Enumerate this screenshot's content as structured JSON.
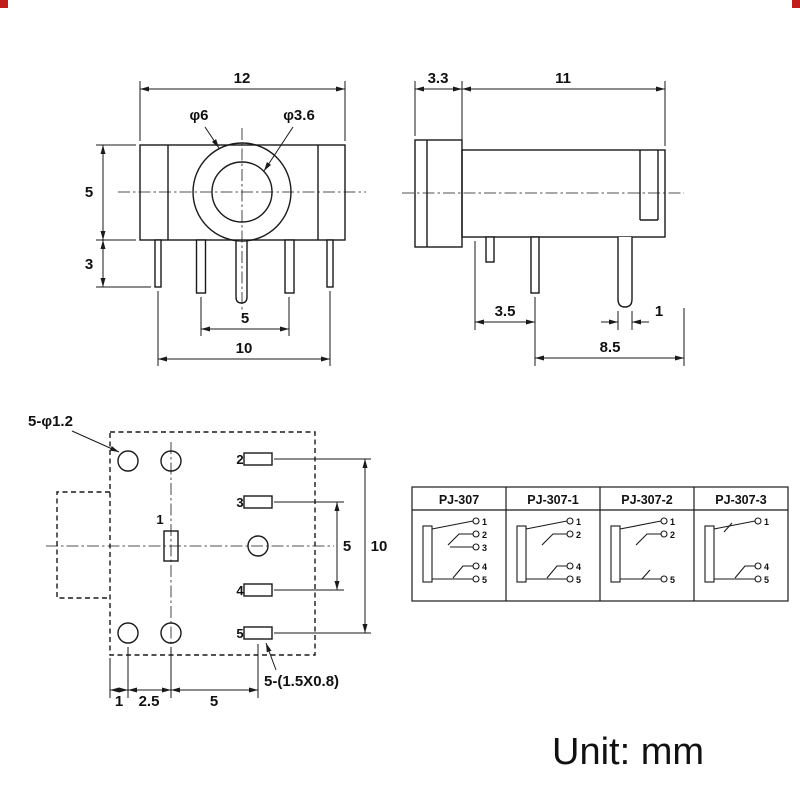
{
  "unit_label": "Unit: mm",
  "front_view": {
    "dim_width": "12",
    "outer_diameter": "φ6",
    "inner_diameter": "φ3.6",
    "body_height": "5",
    "pin_length": "3",
    "inner_pin_span": "5",
    "outer_pin_span": "10"
  },
  "side_view": {
    "flange_depth": "3.3",
    "body_depth": "11",
    "pin_offset": "3.5",
    "pin_width": "1",
    "pin_span": "8.5"
  },
  "pcb_view": {
    "holes_label": "5-φ1.2",
    "pads_label": "5-(1.5X0.8)",
    "pads": {
      "p1": "1",
      "p2": "2",
      "p3": "3",
      "p4": "4",
      "p5": "5"
    },
    "pad_pitch": "5",
    "pad_span": "10",
    "edge_offset": "1",
    "hole_pitch": "2.5",
    "pad_offset": "5"
  },
  "table": {
    "headers": [
      "PJ-307",
      "PJ-307-1",
      "PJ-307-2",
      "PJ-307-3"
    ],
    "variants": [
      {
        "pins": {
          "p1": "1",
          "p2": "2",
          "p3": "3",
          "p4": "4",
          "p5": "5"
        }
      },
      {
        "pins": {
          "p1": "1",
          "p2": "2",
          "p4": "4",
          "p5": "5"
        }
      },
      {
        "pins": {
          "p1": "1",
          "p2": "2",
          "p5": "5"
        }
      },
      {
        "pins": {
          "p1": "1",
          "p4": "4",
          "p5": "5"
        }
      }
    ]
  }
}
